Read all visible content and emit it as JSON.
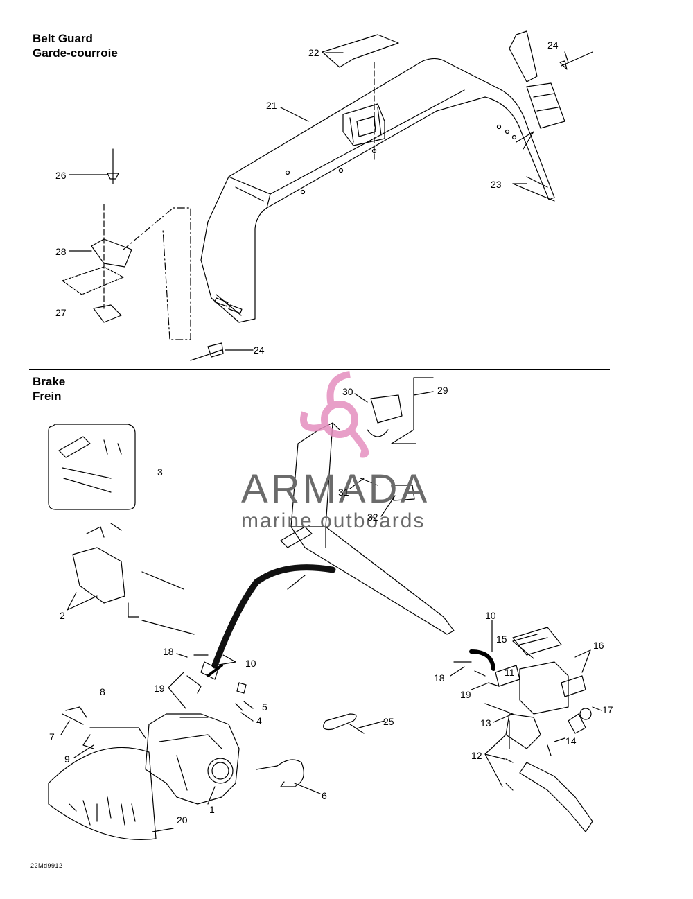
{
  "sections": {
    "belt_guard": {
      "title_en": "Belt Guard",
      "title_fr": "Garde-courroie"
    },
    "brake": {
      "title_en": "Brake",
      "title_fr": "Frein"
    }
  },
  "callouts": {
    "c1": "1",
    "c2": "2",
    "c3": "3",
    "c4": "4",
    "c5": "5",
    "c6": "6",
    "c7": "7",
    "c8": "8",
    "c9": "9",
    "c10a": "10",
    "c10b": "10",
    "c11": "11",
    "c12": "12",
    "c13": "13",
    "c14": "14",
    "c15": "15",
    "c16": "16",
    "c17": "17",
    "c18a": "18",
    "c18b": "18",
    "c19a": "19",
    "c19b": "19",
    "c20": "20",
    "c21": "21",
    "c22": "22",
    "c23": "23",
    "c24a": "24",
    "c24b": "24",
    "c25": "25",
    "c26": "26",
    "c27": "27",
    "c28": "28",
    "c29": "29",
    "c30": "30",
    "c31": "31",
    "c32": "32"
  },
  "watermark": {
    "brand": "ARMADA",
    "tagline": "marine outboards",
    "logo_color": "#e58fbf"
  },
  "diagram_code": "22Md9912"
}
